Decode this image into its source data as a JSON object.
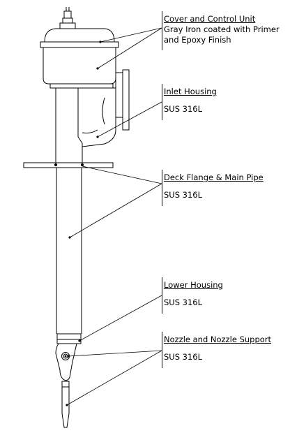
{
  "parts": [
    {
      "title": "Cover and Control Unit",
      "material": [
        "Gray Iron coated with Primer",
        "and Epoxy Finish"
      ]
    },
    {
      "title": "Inlet Housing",
      "material": [
        "SUS 316L"
      ]
    },
    {
      "title": "Deck Flange & Main Pipe",
      "material": [
        "SUS 316L"
      ]
    },
    {
      "title": "Lower Housing",
      "material": [
        "SUS 316L"
      ]
    },
    {
      "title": "Nozzle and Nozzle Support",
      "material": [
        "SUS 316L"
      ]
    }
  ]
}
